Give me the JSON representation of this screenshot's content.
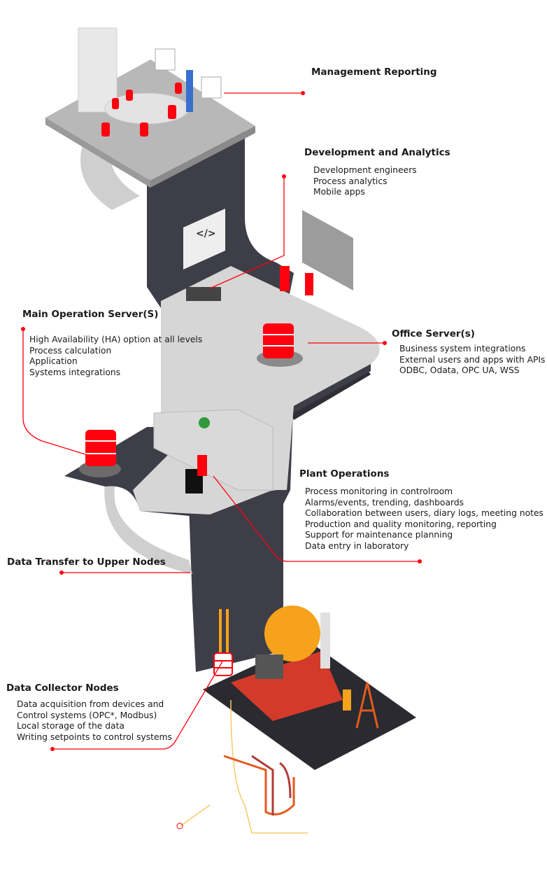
{
  "colors": {
    "accent": "#ff000f",
    "dark_structure": "#3e3e48",
    "light_platform": "#d6d6d6",
    "top_platform": "#b8b8b8",
    "bottom_platform": "#2a2a30",
    "orange": "#f7a21b"
  },
  "sections": {
    "management": {
      "title": "Management Reporting",
      "items": []
    },
    "development": {
      "title": "Development and Analytics",
      "items": [
        "Development engineers",
        "Process analytics",
        "Mobile apps"
      ]
    },
    "main_server": {
      "title": "Main Operation Server(S)",
      "items": [
        "High Availability (HA) option at all levels",
        "Process calculation",
        "Application",
        "Systems integrations"
      ]
    },
    "office_server": {
      "title": "Office Server(s)",
      "items": [
        "Business system integrations",
        "External users and apps with APIs",
        "ODBC, Odata, OPC UA, WSS"
      ]
    },
    "plant_operations": {
      "title": "Plant Operations",
      "items": [
        "Process monitoring in controlroom",
        "Alarms/events, trending, dashboards",
        "Collaboration between users, diary logs, meeting notes",
        "Production and quality monitoring, reporting",
        "Support for maintenance planning",
        "Data entry in laboratory"
      ]
    },
    "data_transfer": {
      "title": "Data Transfer to Upper Nodes",
      "items": []
    },
    "data_collector": {
      "title": "Data Collector Nodes",
      "items": [
        "Data acquisition from devices and",
        "Control systems (OPC*, Modbus)",
        "Local storage of the data",
        "Writing setpoints to control systems"
      ]
    }
  }
}
